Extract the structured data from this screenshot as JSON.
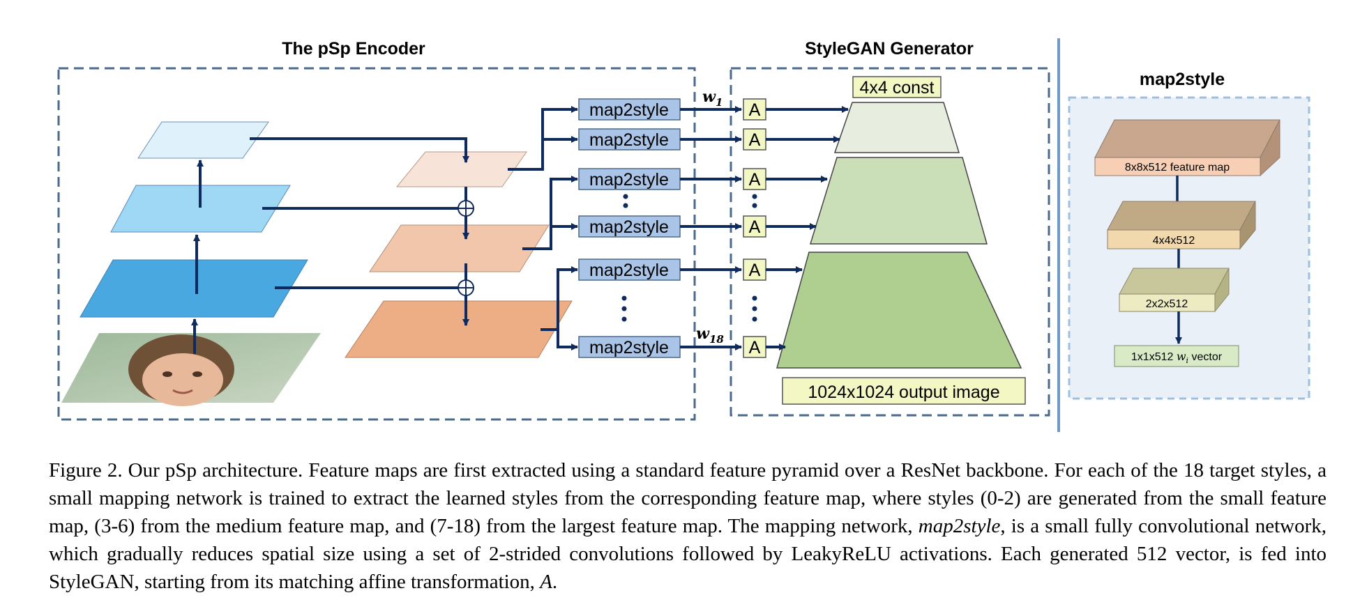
{
  "sections": {
    "encoder_title": "The pSp Encoder",
    "generator_title": "StyleGAN Generator",
    "map2style_title": "map2style"
  },
  "encoder": {
    "map2style_labels": [
      "map2style",
      "map2style",
      "map2style",
      "map2style",
      "map2style",
      "map2style"
    ],
    "w_first_base": "w",
    "w_first_sub": "1",
    "w_last_base": "w",
    "w_last_sub": "18"
  },
  "generator": {
    "affine_labels": [
      "A",
      "A",
      "A",
      "A",
      "A",
      "A"
    ],
    "const_label": "4x4 const",
    "output_label": "1024x1024 output image"
  },
  "map2style_panel": {
    "block1": "8x8x512 feature map",
    "block2": "4x4x512",
    "block3": "2x2x512",
    "vector_prefix": "1x1x512 ",
    "vector_var": "w",
    "vector_sub": "i",
    "vector_suffix": " vector"
  },
  "caption": {
    "part1": "Figure 2. Our pSp architecture. Feature maps are first extracted using a standard feature pyramid over a ResNet backbone. For each of the 18 target styles, a small mapping network is trained to extract the learned styles from the corresponding feature map, where styles (0-2) are generated from the small feature map, (3-6) from the medium feature map, and (7-18) from the largest feature map. The mapping network, ",
    "emph": "map2style",
    "part2": ", is a small fully convolutional network, which gradually reduces spatial size using a set of 2-strided convolutions followed by LeakyReLU activations. Each generated 512 vector, is fed into StyleGAN, starting from its matching affine transformation, ",
    "affine": "A",
    "end": "."
  },
  "colors": {
    "dash_border": "#4a6a8c",
    "arrow": "#0f2a5c",
    "map2style_fill": "#a9c4e6",
    "affine_fill": "#f3f7c3",
    "pyramid_small": "#dff1fb",
    "pyramid_medium": "#9fd8f5",
    "pyramid_large": "#4aa8e0",
    "feature_small": "#f8e3d8",
    "feature_medium": "#f2c6ab",
    "feature_large": "#eeae85",
    "gen_small": "#e8eedf",
    "gen_medium": "#cadeb8",
    "gen_large": "#afcf91",
    "panel_bg": "#eaf0f8",
    "panel_border": "#9dc0e2"
  }
}
